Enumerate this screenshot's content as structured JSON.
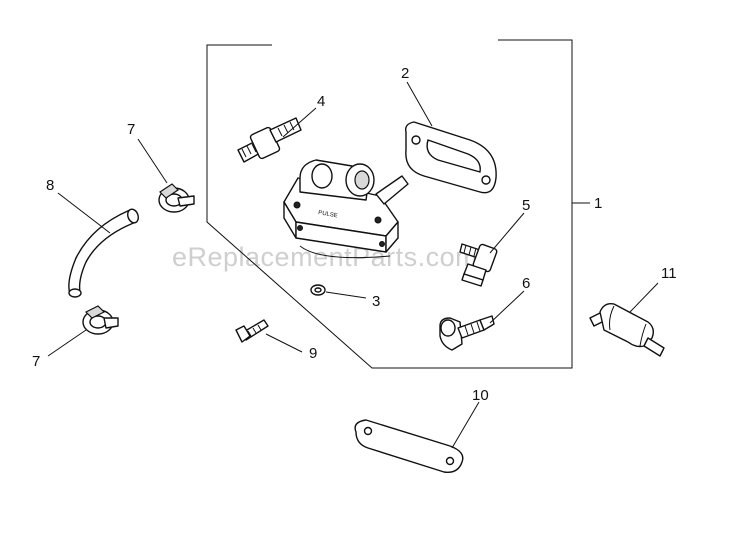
{
  "watermark": "eReplacementParts.com",
  "callouts": {
    "c1": "1",
    "c2": "2",
    "c3": "3",
    "c4": "4",
    "c5": "5",
    "c6": "6",
    "c7a": "7",
    "c7b": "7",
    "c8": "8",
    "c9": "9",
    "c10": "10",
    "c11": "11"
  }
}
